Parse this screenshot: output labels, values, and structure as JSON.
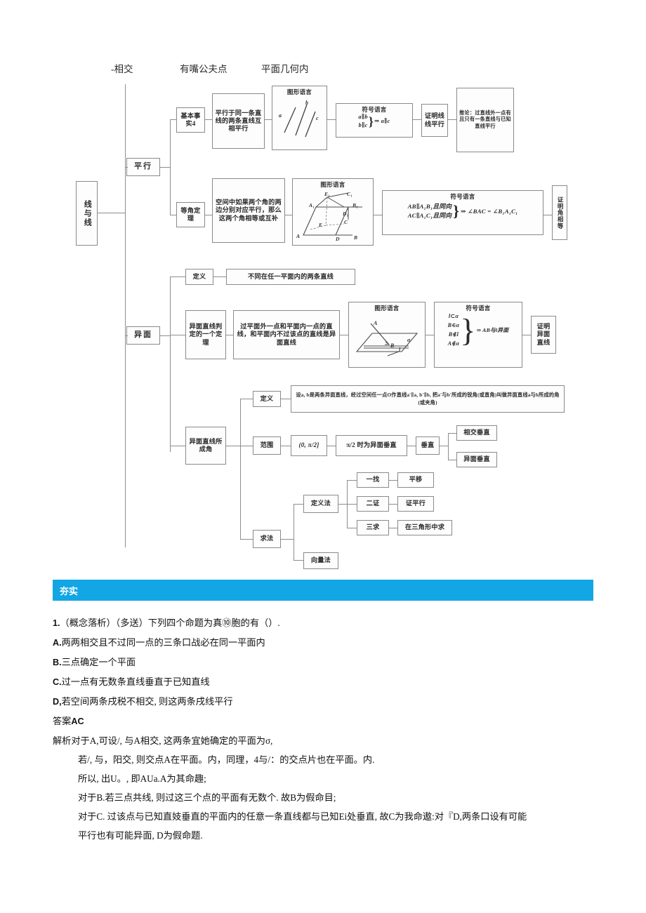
{
  "diagram": {
    "top_labels": [
      "-相交",
      "有嘴公夫点",
      "平面几何内"
    ],
    "root": "线与线",
    "branch_parallel": "平行",
    "branch_skew": "异面",
    "parallel": {
      "fact4": "基本事实4",
      "fact4_text": "平行于同一条直线的两条直线互相平行",
      "fact4_fig_title": "图形语言",
      "fact4_fig_labels": [
        "a",
        "b",
        "c"
      ],
      "fact4_sym_title": "符号语言",
      "fact4_sym_line1": "a∥b",
      "fact4_sym_line2": "b∥c",
      "fact4_sym_result": "⇒ a∥c",
      "fact4_use": "证明线线平行",
      "fact4_corollary": "推论：过直线外一点有且只有一条直线与已知直线平行",
      "equal_angle": "等角定理",
      "equal_angle_text": "空间中如果两个角的两边分别对应平行，那么这两个角相等或互补",
      "equal_angle_fig_title": "图形语言",
      "equal_angle_fig_labels": [
        "A",
        "B",
        "C",
        "D",
        "E₁",
        "A₁",
        "B₁",
        "C₁",
        "D₁",
        "E",
        "C"
      ],
      "equal_angle_sym_title": "符号语言",
      "equal_angle_sym_line1": "AB∥A₁B₁且同向",
      "equal_angle_sym_line2": "AC∥A₁C₁且同向",
      "equal_angle_sym_result": "⇒ ∠BAC = ∠B₁A₁C₁",
      "equal_angle_use": "证明角相等"
    },
    "skew": {
      "def_label": "定义",
      "def_text": "不同在任一平面内的两条直线",
      "theorem_label": "异面直线判定的一个定理",
      "theorem_text": "过平面外一点和平面内一点的直线，和平面内不过该点的直线是异面直线",
      "theorem_fig_title": "图形语言",
      "theorem_fig_labels": [
        "A",
        "B",
        "l",
        "α"
      ],
      "theorem_sym_title": "符号语言",
      "theorem_sym_lines": [
        "l⊂α",
        "B∈α",
        "B∉l",
        "A∉α"
      ],
      "theorem_sym_result": "⇒ AB与l异面",
      "theorem_use": "证明异面直线"
    },
    "angle": {
      "group_label": "异面直线所成角",
      "def_label": "定义",
      "def_text": "设a, b是两条异面直线，经过空间任一点O作直线a′∥a, b′∥b, 把a′与b′所成的锐角(或直角)叫做异面直线a与b所成的角(或夹角)",
      "range_label": "范围",
      "range_value": "(0, π/2]",
      "range_note": "π/2 时为异面垂直",
      "perp_label": "垂直",
      "perp_items": [
        "相交垂直",
        "异面垂直"
      ],
      "method_label": "求法",
      "method_def": "定义法",
      "method_vector": "向量法",
      "steps": [
        {
          "step": "一找",
          "detail": "平移"
        },
        {
          "step": "二证",
          "detail": "证平行"
        },
        {
          "step": "三求",
          "detail": "在三角形中求"
        }
      ]
    }
  },
  "content": {
    "section_title": "夯实",
    "q_number": "1.",
    "q_text": "（概念落析）（多送）下列四个命题为真⑩胞的有（）.",
    "options": [
      {
        "letter": "A.",
        "text": "两两相交且不过同一点的三条口战必在同一平面内"
      },
      {
        "letter": "B.",
        "text": "三点确定一个平面"
      },
      {
        "letter": "C.",
        "text": "过一点有无数条直线垂直于已知直线"
      },
      {
        "letter": "D,",
        "text": "若空间两条戌税不相交, 则这两条戌线平行"
      }
    ],
    "answer_label": "答案",
    "answer_value": "AC",
    "analysis_label": "解析",
    "analysis_lines": [
      "对于A,可设/, 与A相交, 这两条宜她确定的平面为σ,",
      "若/, 与，阳交, 则交点A在平面。内，同理，4与/：的交点片也在平面。内.",
      "所以, 出U。, 即AUa.A为其命趣;",
      "对于B.若三点共线, 则过这三个点的平面有无数个. 故B为假命目;",
      "对于C. 过该点与已知直妓垂直的平面内的任意一条直线都与已知Ei处垂直, 故C为我命遨:对『D,两条口设有可能",
      "平行也有可能异面, D为假命题."
    ]
  }
}
